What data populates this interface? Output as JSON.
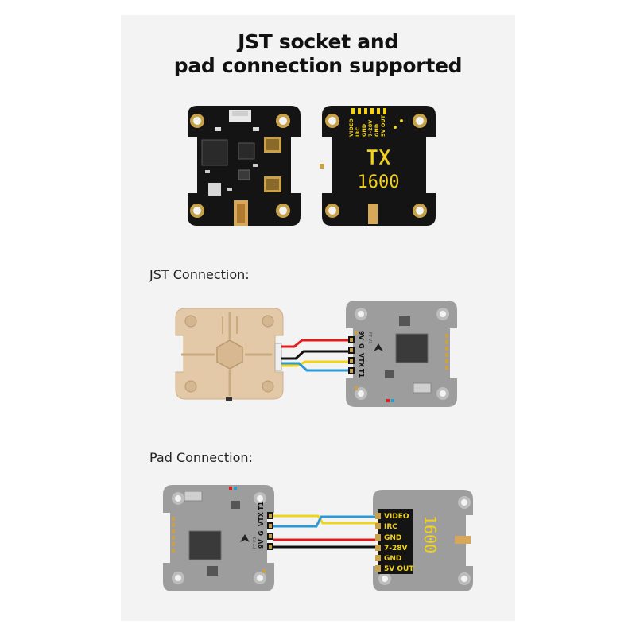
{
  "title": {
    "line1": "JST socket and",
    "line2": "pad connection supported"
  },
  "sections": {
    "jst": "JST Connection:",
    "pad": "Pad Connection:"
  },
  "vtx_board": {
    "model_line1": "TX",
    "model_line2": "1600",
    "pads": [
      "VIDEO",
      "IRC",
      "GND",
      "7-28V",
      "GND",
      "5V OUT"
    ]
  },
  "fc_board": {
    "pads": [
      "9V",
      "G",
      "VTX",
      "T1"
    ],
    "silk": "F7 V3"
  },
  "colors": {
    "background": "#f3f3f3",
    "pcb_black": "#141414",
    "gold": "#c8a24a",
    "yellow_silk": "#f2d21b",
    "copper_shield": "#e3c9a8",
    "fc_gray": "#9d9d9d",
    "wire_red": "#e11b1b",
    "wire_black": "#111111",
    "wire_yellow": "#f1d41c",
    "wire_blue": "#2a9ad6"
  }
}
